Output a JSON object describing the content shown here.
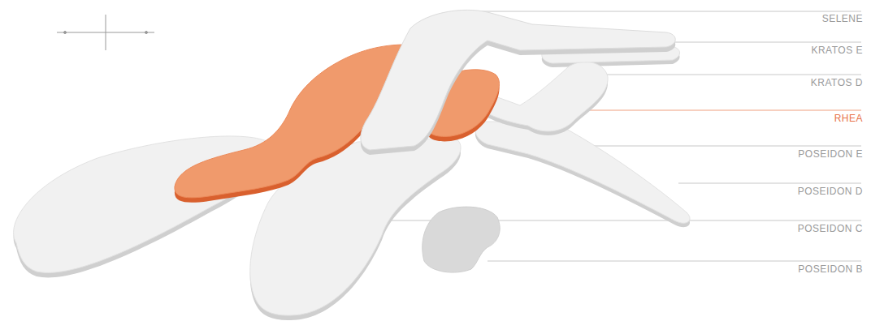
{
  "diagram": {
    "labels": [
      "SELENE",
      "KRATOS E",
      "KRATOS D",
      "RHEA",
      "POSEIDON E",
      "POSEIDON D",
      "POSEIDON C",
      "POSEIDON B"
    ]
  }
}
